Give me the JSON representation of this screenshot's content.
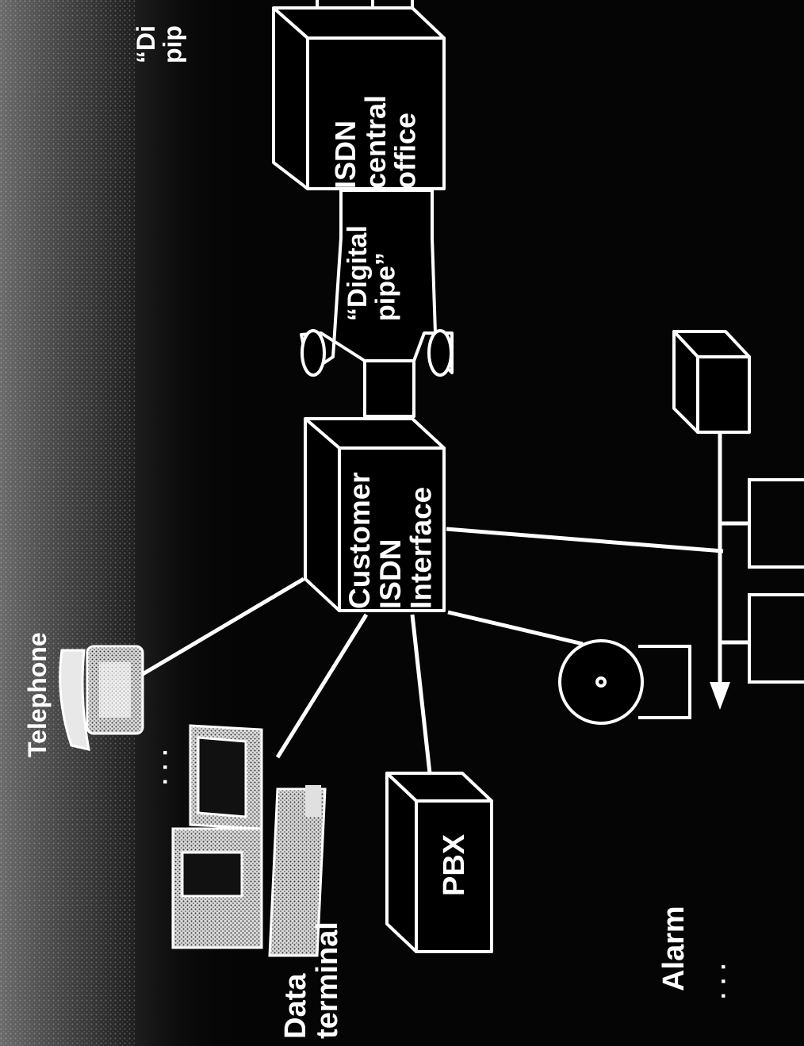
{
  "diagram": {
    "nodes": {
      "central_office": "ISDN\ncentral\noffice",
      "customer_interface": "Customer\nISDN\nInterface",
      "pbx": "PBX",
      "telephone": "Telephone",
      "data_terminal": "Data\nterminal",
      "alarm": "Alarm"
    },
    "pipes": {
      "main": "“Digital\npipe”",
      "upper_partial": "“Di\npip"
    },
    "ellipsis_left": "· · ·",
    "ellipsis_bottom": "· · ·"
  }
}
